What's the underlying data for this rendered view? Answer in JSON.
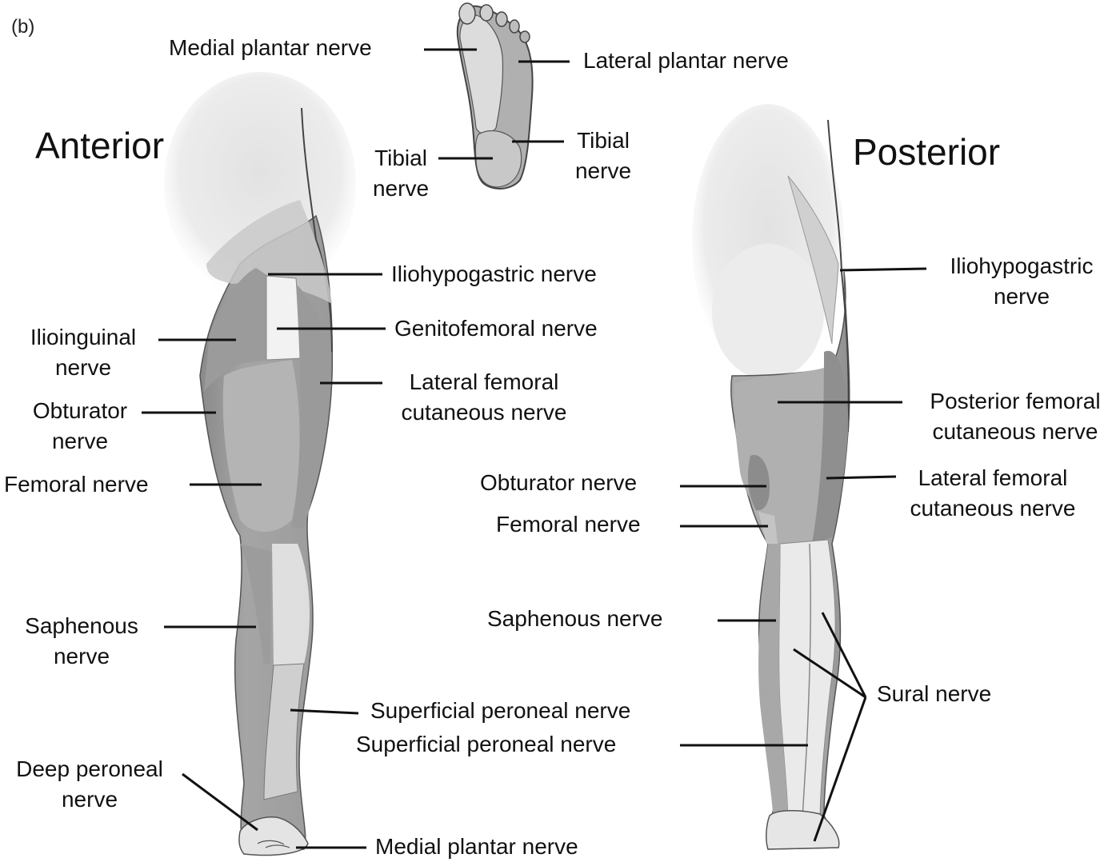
{
  "panel_letter": "(b)",
  "views": {
    "anterior": "Anterior",
    "posterior": "Posterior"
  },
  "foot_labels": {
    "medial_plantar": "Medial plantar nerve",
    "lateral_plantar": "Lateral plantar nerve",
    "tibial_left": [
      "Tibial",
      "nerve"
    ],
    "tibial_right": [
      "Tibial",
      "nerve"
    ]
  },
  "anterior_labels": {
    "iliohypogastric": "Iliohypogastric nerve",
    "genitofemoral": "Genitofemoral nerve",
    "ilioinguinal": [
      "Ilioinguinal",
      "nerve"
    ],
    "lateral_femoral_cutaneous": [
      "Lateral femoral",
      "cutaneous nerve"
    ],
    "obturator": [
      "Obturator",
      "nerve"
    ],
    "femoral": "Femoral nerve",
    "saphenous": [
      "Saphenous",
      "nerve"
    ],
    "superficial_peroneal": "Superficial peroneal nerve",
    "deep_peroneal": [
      "Deep peroneal",
      "nerve"
    ],
    "medial_plantar": "Medial plantar nerve"
  },
  "posterior_labels": {
    "iliohypogastric": [
      "Iliohypogastric",
      "nerve"
    ],
    "posterior_femoral_cutaneous": [
      "Posterior femoral",
      "cutaneous nerve"
    ],
    "obturator": "Obturator nerve",
    "lateral_femoral_cutaneous": [
      "Lateral femoral",
      "cutaneous nerve"
    ],
    "femoral": "Femoral nerve",
    "saphenous": "Saphenous nerve",
    "sural": "Sural nerve",
    "superficial_peroneal": "Superficial peroneal nerve"
  },
  "shading": {
    "lightest": "#f0f0f0",
    "light": "#d9d9d9",
    "mid": "#b8b8b8",
    "mid_dark": "#a3a3a3",
    "dark": "#8e8e8e",
    "outline": "#444444"
  }
}
